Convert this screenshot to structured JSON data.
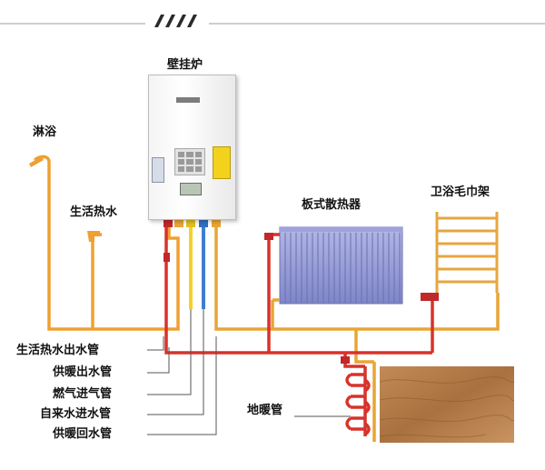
{
  "labels": {
    "boiler": "壁挂炉",
    "shower": "淋浴",
    "domestic_hot_water": "生活热水",
    "panel_radiator": "板式散热器",
    "towel_rack": "卫浴毛巾架",
    "floor_heating": "地暖管"
  },
  "pipe_legend": [
    "生活热水出水管",
    "供暖出水管",
    "燃气进气管",
    "自来水进水管",
    "供暖回水管"
  ],
  "colors": {
    "hot_water_pipe": "#f0a030",
    "heating_supply_pipe": "#d8322a",
    "gas_pipe": "#f2d22a",
    "cold_water_pipe": "#3f7fd0",
    "heating_return_pipe": "#e8a535",
    "radiator": "#8e94d2",
    "towel_rack": "#e6a640",
    "floor": "#b07a48"
  }
}
